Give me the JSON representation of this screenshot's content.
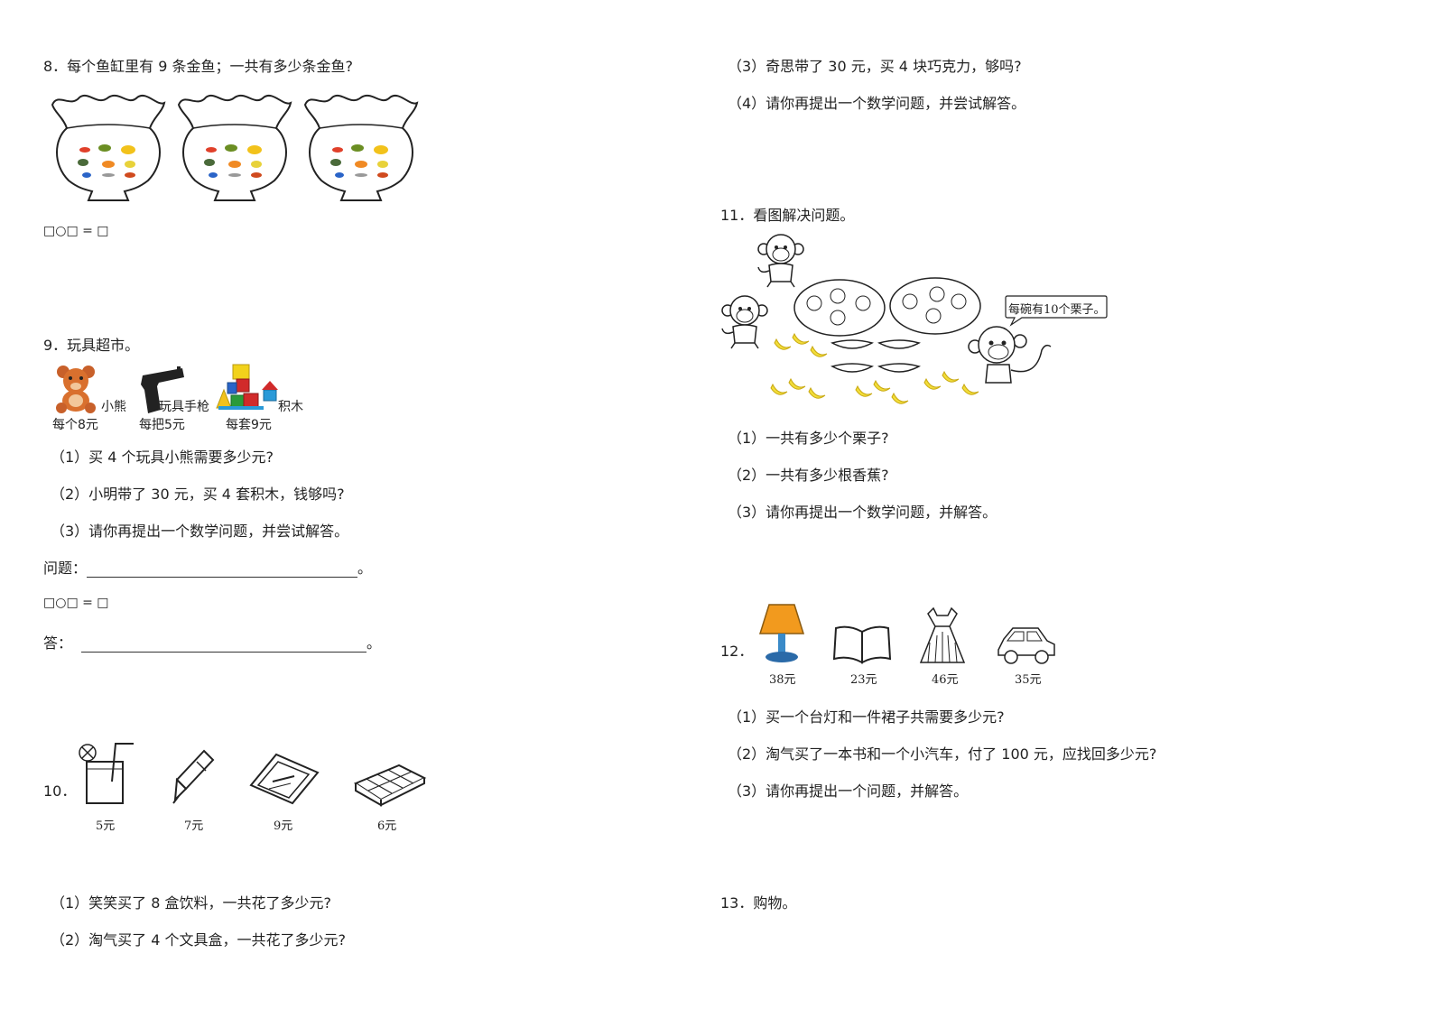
{
  "q8": {
    "title": "8．每个鱼缸里有 9 条金鱼；一共有多少条金鱼?",
    "equation": "□○□ = □"
  },
  "q9": {
    "title": "9．玩具超市。",
    "items": [
      {
        "name": "小熊",
        "price": "每个8元"
      },
      {
        "name": "玩具手枪",
        "price": "每把5元"
      },
      {
        "name": "积木",
        "price": "每套9元"
      }
    ],
    "sub1": "（1）买 4 个玩具小熊需要多少元?",
    "sub2": "（2）小明带了 30 元，买 4 套积木，钱够吗?",
    "sub3": "（3）请你再提出一个数学问题，并尝试解答。",
    "question_label": "问题：",
    "question_end": "。",
    "equation": "□○□ = □",
    "answer_label": "答：",
    "answer_end": "。"
  },
  "q10": {
    "number": "10．",
    "prices": [
      "5元",
      "7元",
      "9元",
      "6元"
    ],
    "sub1": "（1）笑笑买了 8 盒饮料，一共花了多少元?",
    "sub2": "（2）淘气买了 4 个文具盒，一共花了多少元?",
    "sub3": "（3）奇思带了 30 元，买 4 块巧克力，够吗?",
    "sub4": "（4）请你再提出一个数学问题，并尝试解答。"
  },
  "q11": {
    "title": "11．看图解决问题。",
    "speech": "每碗有10个栗子。",
    "sub1": "（1）一共有多少个栗子?",
    "sub2": "（2）一共有多少根香蕉?",
    "sub3": "（3）请你再提出一个数学问题，并解答。"
  },
  "q12": {
    "number": "12．",
    "prices": [
      "38元",
      "23元",
      "46元",
      "35元"
    ],
    "sub1": "（1）买一个台灯和一件裙子共需要多少元?",
    "sub2": "（2）淘气买了一本书和一个小汽车，付了 100 元，应找回多少元?",
    "sub3": "（3）请你再提出一个问题，并解答。"
  },
  "q13": {
    "title": "13．购物。"
  }
}
